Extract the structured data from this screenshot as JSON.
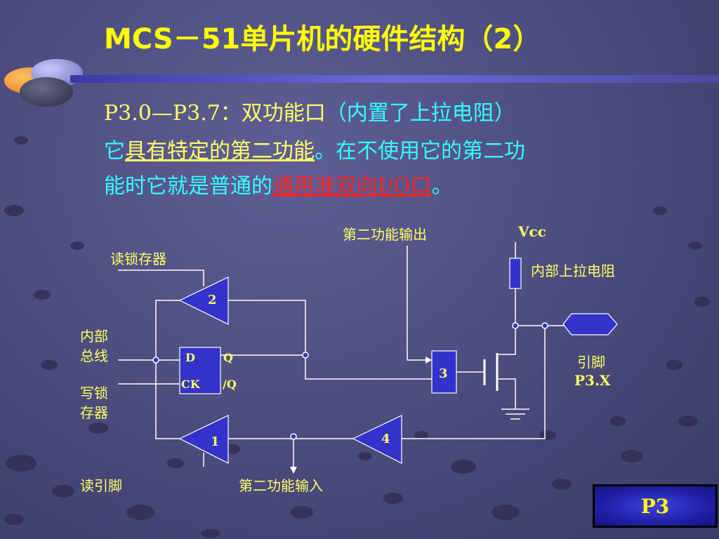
{
  "slide": {
    "title": "MCS－51单片机的硬件结构（2）",
    "line1_pins": "P3.0—P3.7：双功能口",
    "line1_note": "（内置了上拉电阻）",
    "line2_pre": "它",
    "line2_under": "具有特定的第二功能",
    "line2_post": "。在不使用它的第二功",
    "line3_pre": "能时它就是普通的",
    "line3_red": "通用准双向I/O口",
    "line3_post": "。"
  },
  "diagram": {
    "label_second_out": "第二功能输出",
    "label_vcc": "Vcc",
    "label_read_latch": "读锁存器",
    "label_pullup": "内部上拉电阻",
    "label_internal_bus_1": "内部",
    "label_internal_bus_2": "总线",
    "label_write_latch_1": "写锁",
    "label_write_latch_2": "存器",
    "label_pin_1": "引脚",
    "label_pin_2": "P3.X",
    "label_read_pin": "读引脚",
    "label_second_in": "第二功能输入",
    "latch_d": "D",
    "latch_q": "Q",
    "latch_ck": "CK",
    "latch_qbar": "/Q",
    "buffer_1": "1",
    "buffer_2": "2",
    "gate_3": "3",
    "buffer_4": "4"
  },
  "nav": {
    "button_label": "P3"
  },
  "colors": {
    "title": "#ffff00",
    "text_yellow": "#ffff66",
    "text_cyan": "#33ffff",
    "text_red": "#ff2222",
    "component_fill": "#3333cc",
    "wire": "#ffffff"
  }
}
